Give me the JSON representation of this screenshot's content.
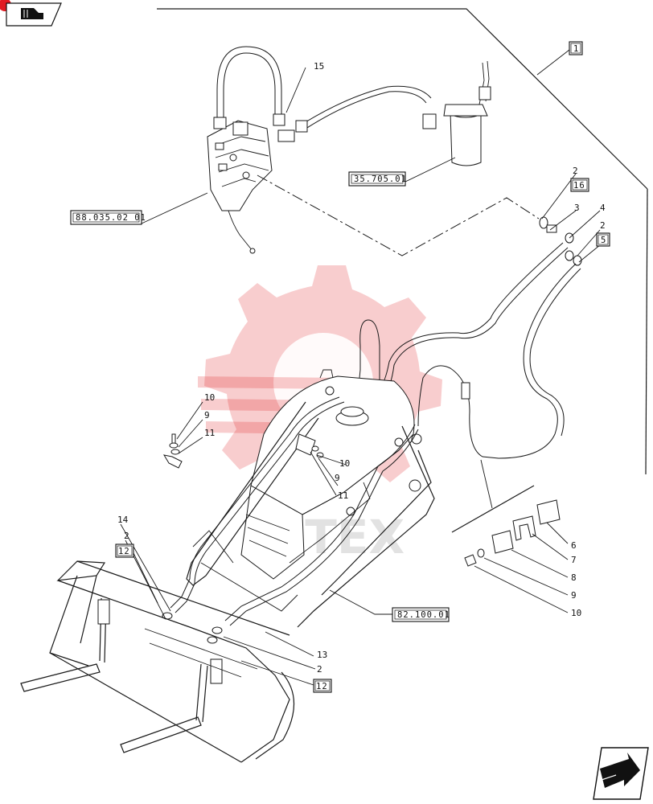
{
  "page": {
    "watermark_text": "MITEX",
    "accent_color": "#e11b22"
  },
  "references": {
    "control_valve": "88.035.02 01",
    "hydraulic_filter": "35.705.01",
    "loader_frame": "82.100.01",
    "kit_box_1": "1",
    "kit_box_16": "16",
    "kit_box_5": "5",
    "kit_box_12_left": "12",
    "kit_box_12_bottom": "12"
  },
  "callouts": {
    "n15": "15",
    "n2_top": "2",
    "n3": "3",
    "n4": "4",
    "n2_right": "2",
    "n10_left": "10",
    "n9_left": "9",
    "n11_left": "11",
    "n10_mid": "10",
    "n9_mid": "9",
    "n11_mid": "11",
    "n14": "14",
    "n2_left": "2",
    "n13": "13",
    "n2_bottom": "2",
    "n6": "6",
    "n7": "7",
    "n8": "8",
    "n9_right": "9",
    "n10_right": "10"
  },
  "icons": {
    "top_left": "book-arrow-icon",
    "bottom_right": "next-page-arrow-icon"
  }
}
